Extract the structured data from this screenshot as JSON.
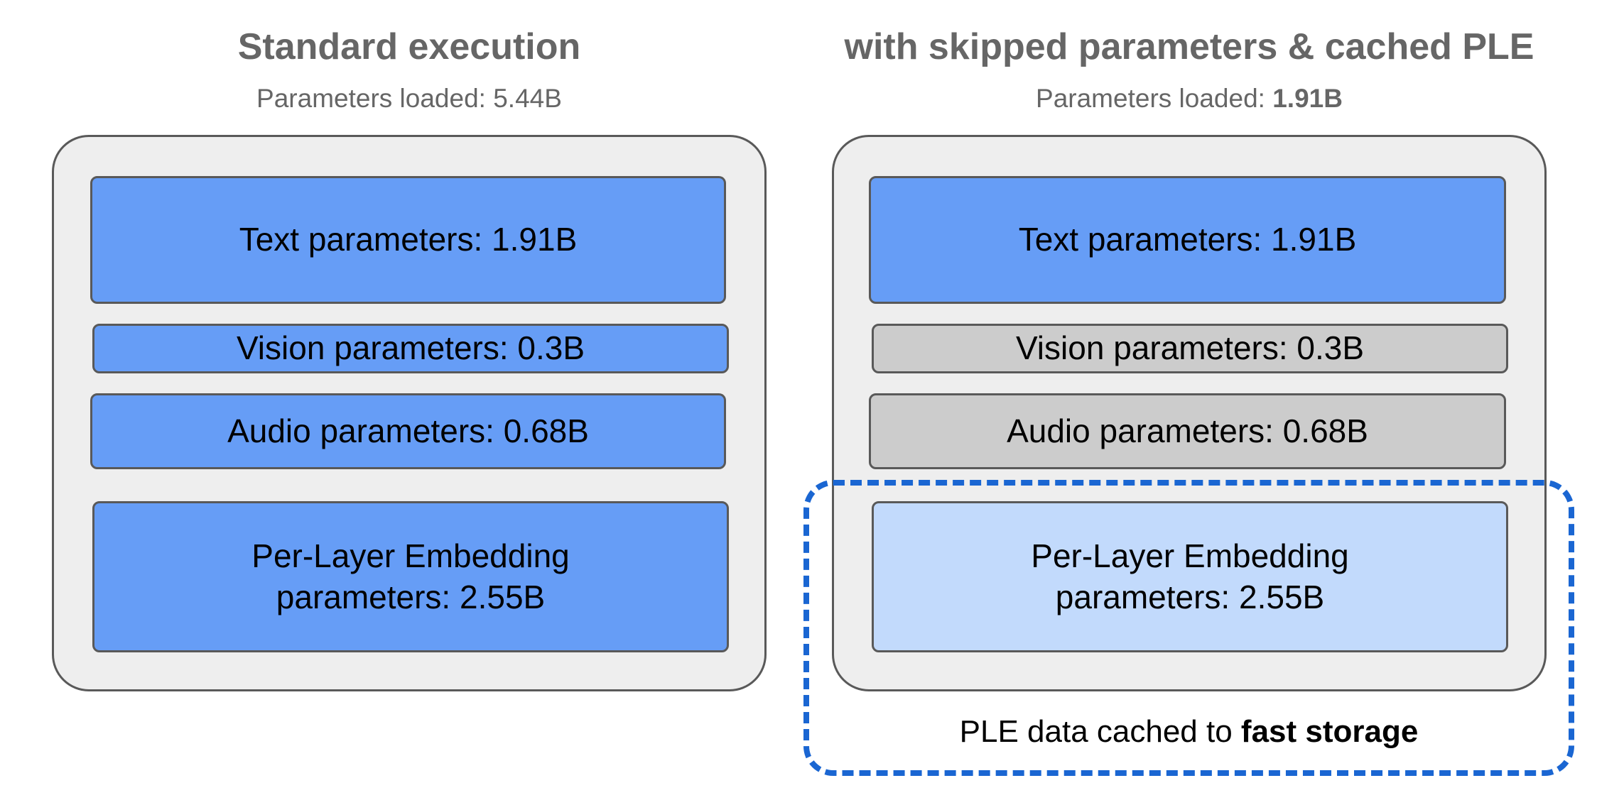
{
  "left": {
    "title": "Standard execution",
    "subtitle_label": "Parameters loaded: ",
    "subtitle_value": "5.44B",
    "boxes": {
      "text": "Text parameters: 1.91B",
      "vision": "Vision parameters: 0.3B",
      "audio": "Audio parameters: 0.68B",
      "ple_line1": "Per-Layer Embedding",
      "ple_line2": "parameters: 2.55B"
    }
  },
  "right": {
    "title": "with skipped parameters & cached PLE",
    "subtitle_label": "Parameters loaded: ",
    "subtitle_value": "1.91B",
    "boxes": {
      "text": "Text parameters: 1.91B",
      "vision": "Vision parameters: 0.3B",
      "audio": "Audio parameters: 0.68B",
      "ple_line1": "Per-Layer Embedding",
      "ple_line2": "parameters: 2.55B"
    },
    "cache_note_prefix": "PLE data cached to ",
    "cache_note_bold": "fast storage"
  },
  "colors": {
    "loaded": "#669df6",
    "skipped": "#cccccc",
    "cached": "#c2dafc",
    "cache_border": "#1a66d2",
    "panel": "#eeeeee"
  }
}
